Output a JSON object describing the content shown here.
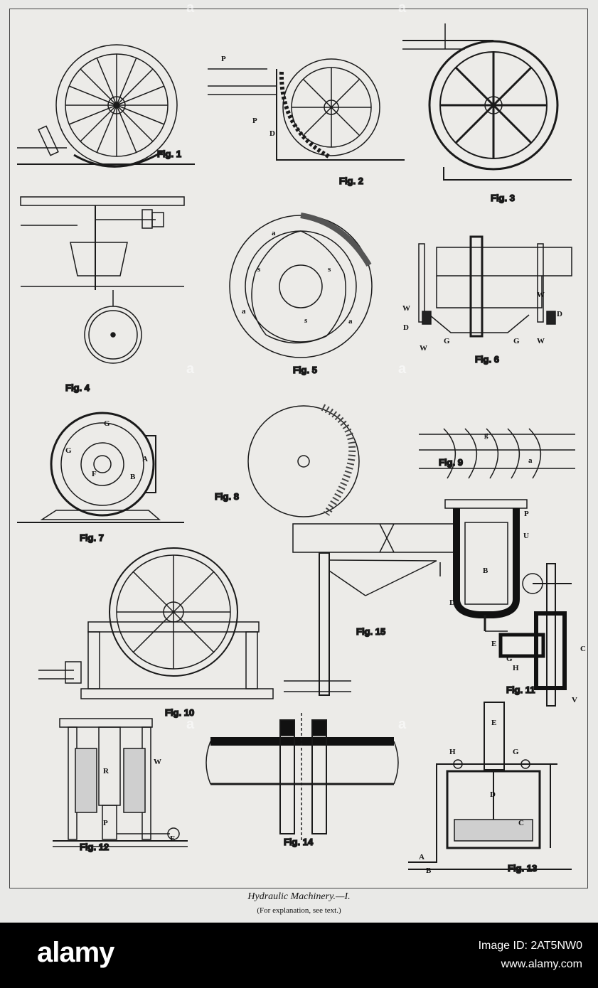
{
  "figures": {
    "f1": "Fig. 1",
    "f2": "Fig. 2",
    "f3": "Fig. 3",
    "f4": "Fig. 4",
    "f5": "Fig. 5",
    "f6": "Fig. 6",
    "f7": "Fig. 7",
    "f8": "Fig. 8",
    "f9": "Fig. 9",
    "f10": "Fig. 10",
    "f11": "Fig. 11",
    "f12": "Fig. 12",
    "f13": "Fig. 13",
    "f14": "Fig. 14",
    "f15": "Fig. 15"
  },
  "letters": {
    "P": "P",
    "D": "D",
    "a": "a",
    "s": "s",
    "W": "W",
    "G": "G",
    "F": "F",
    "A": "A",
    "B": "B",
    "g": "g",
    "U": "U",
    "C": "C",
    "E": "E",
    "H": "H",
    "V": "V",
    "R": "R"
  },
  "caption": {
    "title": "Hydraulic Machinery.—I.",
    "subtitle": "(For explanation, see text.)"
  },
  "footer": {
    "brand": "alamy",
    "image_id": "Image ID: 2AT5NW0",
    "url": "www.alamy.com"
  },
  "watermark": "a"
}
